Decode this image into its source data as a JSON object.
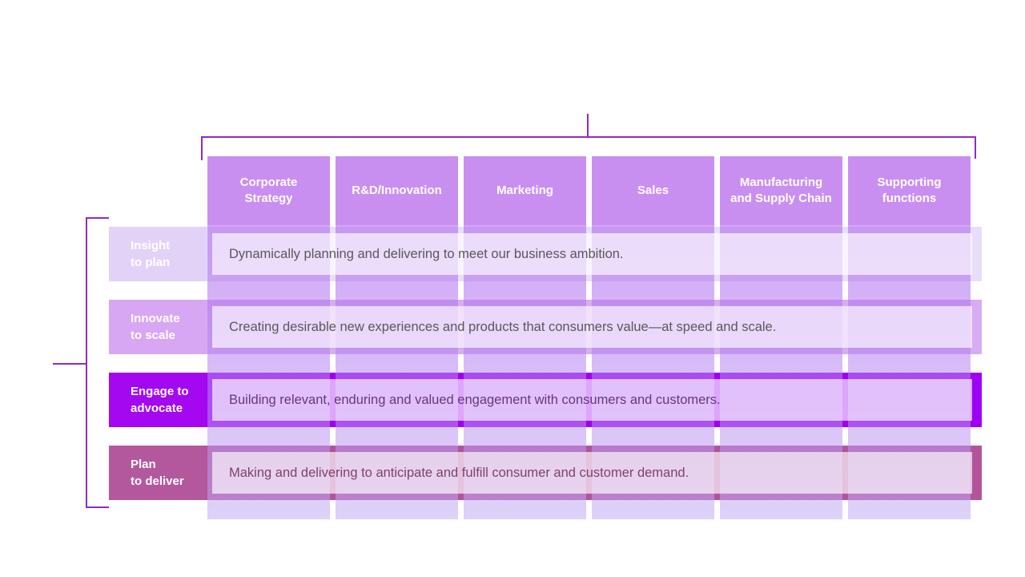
{
  "diagram": {
    "type": "process-function-matrix",
    "colors": {
      "bracket_line": "#8E2BC8",
      "column_header": "#C98FF0",
      "column_strip": "#CDA8F0",
      "row_band_insight": "#E8DEF9",
      "row_band_innovate": "#D6ACF3",
      "row_band_engage": "#9D00F5",
      "row_band_plan": "#B3539B",
      "header_text": "#FFFFFF",
      "description_text_gray": "#58585C",
      "description_text_purple": "#653878",
      "description_text_plum": "#7D4170"
    },
    "columns": [
      {
        "label": "Corporate\nStrategy"
      },
      {
        "label": "R&D/Innovation"
      },
      {
        "label": "Marketing"
      },
      {
        "label": "Sales"
      },
      {
        "label": "Manufacturing\nand Supply Chain"
      },
      {
        "label": "Supporting\nfunctions"
      }
    ],
    "rows": [
      {
        "label": "Insight\nto plan",
        "description": "Dynamically planning and delivering to meet our business ambition.",
        "band_color": "#E8DEF9",
        "label_color": "#E2D2F8"
      },
      {
        "label": "Innovate\nto scale",
        "description": "Creating desirable new experiences and products that consumers value—at speed and scale.",
        "band_color": "#D6ACF3",
        "label_color": "#D8A7F4"
      },
      {
        "label": "Engage to\nadvocate",
        "description": "Building relevant, enduring and valued engagement with consumers and customers.",
        "band_color": "#9D00F5",
        "label_color": "#A408F1"
      },
      {
        "label": "Plan\nto deliver",
        "description": "Making and delivering to anticipate and fulfill consumer and customer demand.",
        "band_color": "#B3539B",
        "label_color": "#B4589E"
      }
    ]
  }
}
